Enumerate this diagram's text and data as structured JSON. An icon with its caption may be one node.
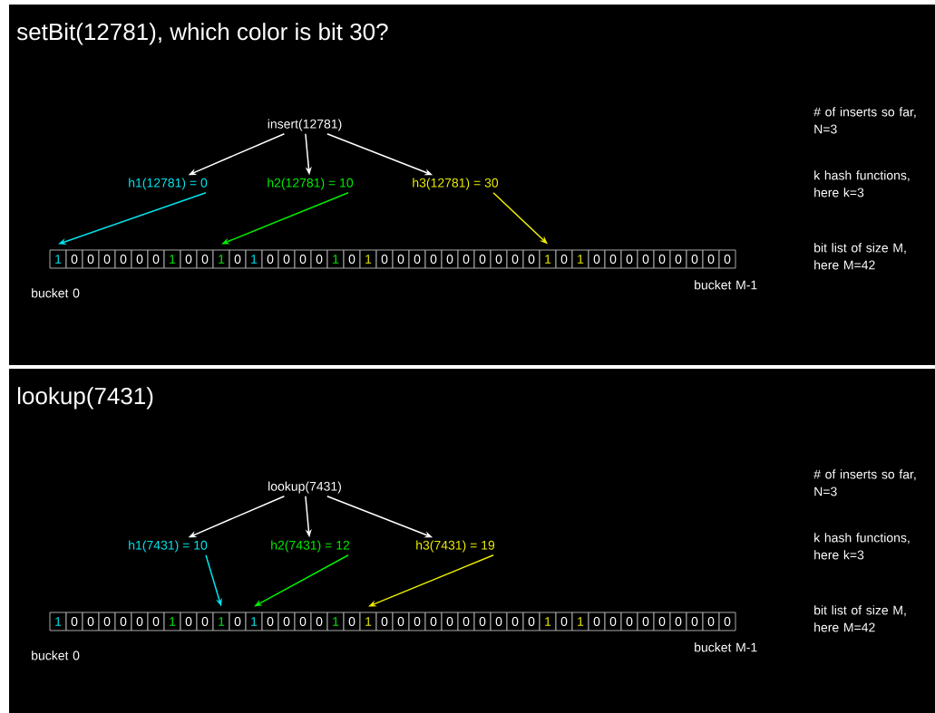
{
  "diagram": {
    "nodes": [
      {
        "text": [
          "setBit(12781), which color is bit 30?"
        ]
      },
      {
        "text": [
          "insert(12781)"
        ],
        "in": 0
      },
      {
        "text": [
          "h1(12781) = 0"
        ],
        "in": 0
      },
      {
        "text": [
          "h2(12781) = 10"
        ],
        "in": 0
      },
      {
        "text": [
          "h3(12781) = 30"
        ],
        "in": 0
      },
      {
        "text": [
          "1"
        ],
        "in": 0
      },
      {
        "text": [
          "0"
        ],
        "in": 0
      },
      {
        "text": [
          "0"
        ],
        "in": 0
      },
      {
        "text": [
          "0"
        ],
        "in": 0
      },
      {
        "text": [
          "0"
        ],
        "in": 0
      },
      {
        "text": [
          "0"
        ],
        "in": 0
      },
      {
        "text": [
          "0"
        ],
        "in": 0
      },
      {
        "text": [
          "1"
        ],
        "in": 0
      },
      {
        "text": [
          "0"
        ],
        "in": 0
      },
      {
        "text": [
          "0"
        ],
        "in": 0
      },
      {
        "text": [
          "1"
        ],
        "in": 0
      },
      {
        "text": [
          "0"
        ],
        "in": 0
      },
      {
        "text": [
          "1"
        ],
        "in": 0
      },
      {
        "text": [
          "0"
        ],
        "in": 0
      },
      {
        "text": [
          "0"
        ],
        "in": 0
      },
      {
        "text": [
          "0"
        ],
        "in": 0
      },
      {
        "text": [
          "0"
        ],
        "in": 0
      },
      {
        "text": [
          "1"
        ],
        "in": 0
      },
      {
        "text": [
          "0"
        ],
        "in": 0
      },
      {
        "text": [
          "1"
        ],
        "in": 0
      },
      {
        "text": [
          "0"
        ],
        "in": 0
      },
      {
        "text": [
          "0"
        ],
        "in": 0
      },
      {
        "text": [
          "0"
        ],
        "in": 0
      },
      {
        "text": [
          "0"
        ],
        "in": 0
      },
      {
        "text": [
          "0"
        ],
        "in": 0
      },
      {
        "text": [
          "0"
        ],
        "in": 0
      },
      {
        "text": [
          "0"
        ],
        "in": 0
      },
      {
        "text": [
          "0"
        ],
        "in": 0
      },
      {
        "text": [
          "0"
        ],
        "in": 0
      },
      {
        "text": [
          "0"
        ],
        "in": 0
      },
      {
        "text": [
          "1"
        ],
        "in": 0
      },
      {
        "text": [
          "0"
        ],
        "in": 0
      },
      {
        "text": [
          "1"
        ],
        "in": 0
      },
      {
        "text": [
          "0"
        ],
        "in": 0
      },
      {
        "text": [
          "0"
        ],
        "in": 0
      },
      {
        "text": [
          "0"
        ],
        "in": 0
      },
      {
        "text": [
          "0"
        ],
        "in": 0
      },
      {
        "text": [
          "0"
        ],
        "in": 0
      },
      {
        "text": [
          "0"
        ],
        "in": 0
      },
      {
        "text": [
          "0"
        ],
        "in": 0
      },
      {
        "text": [
          "0"
        ],
        "in": 0
      },
      {
        "text": [
          "0"
        ],
        "in": 0
      },
      {
        "text": [
          "lookup(7431)"
        ]
      },
      {
        "text": [
          "lookup(7431)"
        ],
        "in": 47
      },
      {
        "text": [
          "h1(7431) = 10"
        ],
        "in": 47
      },
      {
        "text": [
          "h2(7431) = 12"
        ],
        "in": 47
      },
      {
        "text": [
          "h3(7431) = 19"
        ],
        "in": 47
      },
      {
        "text": [
          "1"
        ],
        "in": 47
      },
      {
        "text": [
          "0"
        ],
        "in": 47
      },
      {
        "text": [
          "0"
        ],
        "in": 47
      },
      {
        "text": [
          "0"
        ],
        "in": 47
      },
      {
        "text": [
          "0"
        ],
        "in": 47
      },
      {
        "text": [
          "0"
        ],
        "in": 47
      },
      {
        "text": [
          "0"
        ],
        "in": 47
      },
      {
        "text": [
          "1"
        ],
        "in": 47
      },
      {
        "text": [
          "0"
        ],
        "in": 47
      },
      {
        "text": [
          "0"
        ],
        "in": 47
      },
      {
        "text": [
          "1"
        ],
        "in": 47
      },
      {
        "text": [
          "0"
        ],
        "in": 47
      },
      {
        "text": [
          "1"
        ],
        "in": 47
      },
      {
        "text": [
          "0"
        ],
        "in": 47
      },
      {
        "text": [
          "0"
        ],
        "in": 47
      },
      {
        "text": [
          "0"
        ],
        "in": 47
      },
      {
        "text": [
          "0"
        ],
        "in": 47
      },
      {
        "text": [
          "1"
        ],
        "in": 47
      },
      {
        "text": [
          "0"
        ],
        "in": 47
      },
      {
        "text": [
          "1"
        ],
        "in": 47
      },
      {
        "text": [
          "0"
        ],
        "in": 47
      },
      {
        "text": [
          "0"
        ],
        "in": 47
      },
      {
        "text": [
          "0"
        ],
        "in": 47
      },
      {
        "text": [
          "0"
        ],
        "in": 47
      },
      {
        "text": [
          "0"
        ],
        "in": 47
      },
      {
        "text": [
          "0"
        ],
        "in": 47
      },
      {
        "text": [
          "0"
        ],
        "in": 47
      },
      {
        "text": [
          "0"
        ],
        "in": 47
      },
      {
        "text": [
          "0"
        ],
        "in": 47
      },
      {
        "text": [
          "0"
        ],
        "in": 47
      },
      {
        "text": [
          "1"
        ],
        "in": 47
      },
      {
        "text": [
          "0"
        ],
        "in": 47
      },
      {
        "text": [
          "1"
        ],
        "in": 47
      },
      {
        "text": [
          "0"
        ],
        "in": 47
      },
      {
        "text": [
          "0"
        ],
        "in": 47
      },
      {
        "text": [
          "0"
        ],
        "in": 47
      },
      {
        "text": [
          "0"
        ],
        "in": 47
      },
      {
        "text": [
          "0"
        ],
        "in": 47
      },
      {
        "text": [
          "0"
        ],
        "in": 47
      },
      {
        "text": [
          "0"
        ],
        "in": 47
      },
      {
        "text": [
          "0"
        ],
        "in": 47
      },
      {
        "text": [
          "0"
        ],
        "in": 47
      }
    ],
    "edges": [
      {
        "from": 1,
        "to": 2,
        "arrow": "to"
      },
      {
        "from": 1,
        "to": 3,
        "arrow": "to"
      },
      {
        "from": 1,
        "to": 4,
        "arrow": "to"
      },
      {
        "from": 2,
        "to": 5,
        "arrow": "to",
        "color": "#00e5ee"
      },
      {
        "from": 3,
        "to": 15,
        "arrow": "to",
        "color": "#00ee00"
      },
      {
        "from": 4,
        "to": 35,
        "arrow": "to",
        "color": "#eeee00"
      },
      {
        "from": 48,
        "to": 49,
        "arrow": "to"
      },
      {
        "from": 48,
        "to": 50,
        "arrow": "to"
      },
      {
        "from": 48,
        "to": 51,
        "arrow": "to"
      },
      {
        "from": 49,
        "to": 62,
        "arrow": "to",
        "color": "#00e5ee"
      },
      {
        "from": 50,
        "to": 64,
        "arrow": "to",
        "color": "#00ee00"
      },
      {
        "from": 51,
        "to": 71,
        "arrow": "to",
        "color": "#eeee00"
      }
    ],
    "labels": [
      "# of inserts so far, N=3",
      "k hash functions, here k=3",
      "bit list of size M, here M=42",
      "bucket 0",
      "bucket M-1",
      "# of inserts so far, N=3",
      "k hash functions, here k=3",
      "bit list of size M, here M=42",
      "bucket 0",
      "bucket M-1"
    ]
  }
}
